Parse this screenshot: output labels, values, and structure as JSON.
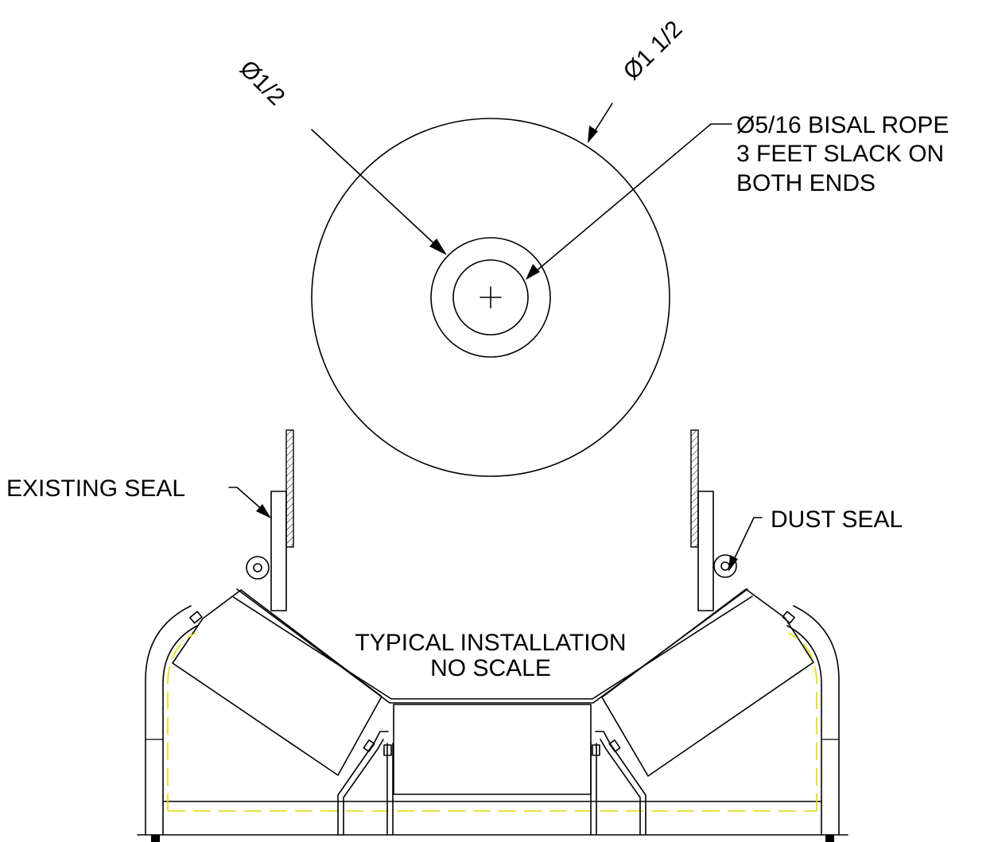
{
  "labels": {
    "dim_inner": "Ø1/2",
    "dim_outer": "Ø1 1/2",
    "rope_line1": "Ø5/16 BISAL ROPE",
    "rope_line2": "3 FEET SLACK ON",
    "rope_line3": "BOTH ENDS",
    "existing_seal": "EXISTING SEAL",
    "dust_seal": "DUST SEAL",
    "title_line1": "TYPICAL INSTALLATION",
    "title_line2": "NO SCALE"
  },
  "colors": {
    "line": "#000000",
    "hidden_line": "#e6d800",
    "background": "#ffffff"
  }
}
